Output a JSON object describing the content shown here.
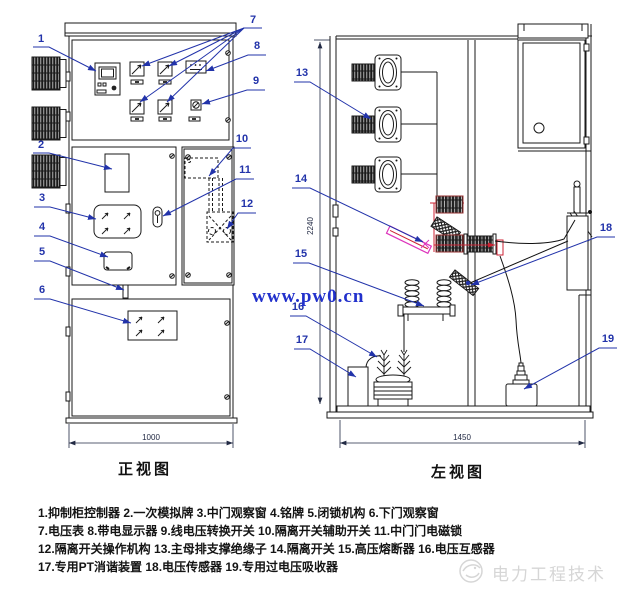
{
  "views": {
    "front_label": "正视图",
    "side_label": "左视图"
  },
  "dimensions": {
    "front_width": "1000",
    "side_depth": "1450",
    "cabinet_height": "2240"
  },
  "callouts": [
    "1",
    "2",
    "3",
    "4",
    "5",
    "6",
    "7",
    "8",
    "9",
    "10",
    "11",
    "12",
    "13",
    "14",
    "15",
    "16",
    "17",
    "18",
    "19"
  ],
  "legend": {
    "lines": [
      "1.抑制柜控制器  2.一次模拟牌  3.中门观察窗  4.铭牌  5.闭锁机构  6.下门观察窗",
      "7.电压表  8.带电显示器  9.线电压转换开关  10.隔离开关辅助开关  11.中门门电磁锁",
      "12.隔离开关操作机构  13.主母排支撑绝缘子  14.隔离开关  15.高压熔断器  16.电压互感器",
      "17.专用PT消谐装置  18.电压传感器  19.专用过电压吸收器"
    ]
  },
  "watermarks": {
    "site": "www.pw0.cn",
    "brand": "电力工程技术"
  },
  "colors": {
    "drawing_line": "#1a1a1a",
    "callout_blue": "#2233aa",
    "highlight_red": "#cc2233",
    "highlight_magenta": "#dd33bb",
    "watermark_blue": "#2231cc",
    "watermark_gray": "#d6d6d6"
  }
}
